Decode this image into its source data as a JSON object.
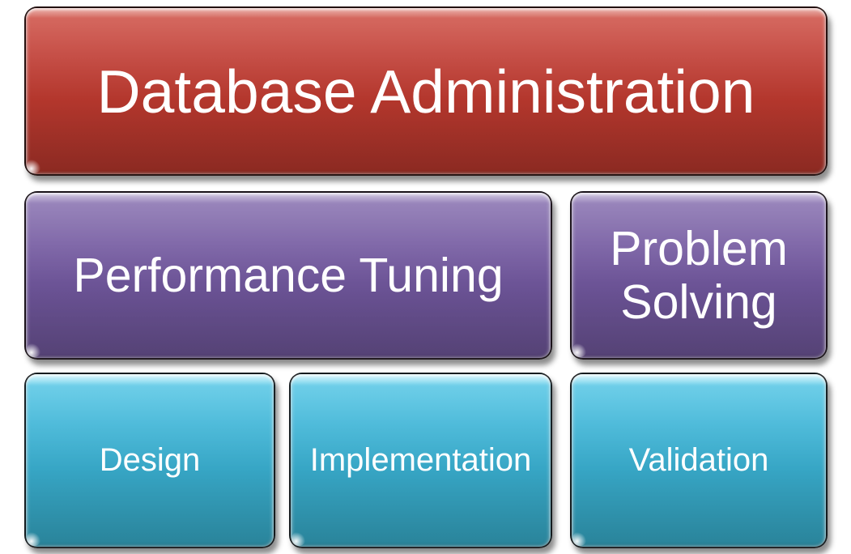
{
  "diagram": {
    "type": "hierarchy-smartart",
    "background_color": "#ffffff",
    "text_color": "#ffffff",
    "outline_color": "#100a0a",
    "nodes": [
      {
        "id": "database-administration",
        "label": "Database Administration",
        "color": "#b83a30",
        "level": 1
      },
      {
        "id": "performance-tuning",
        "label": "Performance Tuning",
        "color": "#6f559b",
        "level": 2
      },
      {
        "id": "problem-solving",
        "label": "Problem Solving",
        "color": "#6f559b",
        "level": 2
      },
      {
        "id": "design",
        "label": "Design",
        "color": "#37a9c9",
        "level": 3
      },
      {
        "id": "implementation",
        "label": "Implementation",
        "color": "#37a9c9",
        "level": 3
      },
      {
        "id": "validation",
        "label": "Validation",
        "color": "#37a9c9",
        "level": 3
      }
    ]
  }
}
